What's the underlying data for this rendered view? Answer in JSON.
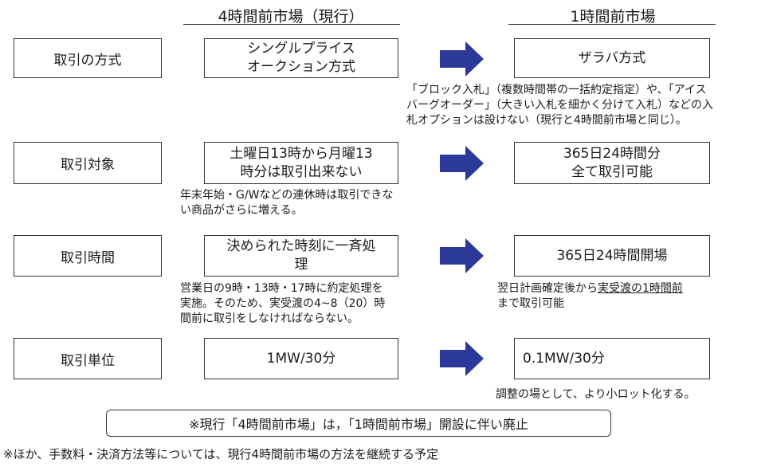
{
  "headers": {
    "current": "4時間前市場（現行）",
    "new": "1時間前市場"
  },
  "rows": [
    {
      "label": "取引の方式",
      "current_lines": [
        "シングルプライス",
        "オークション方式"
      ],
      "new_lines": [
        "ザラバ方式"
      ],
      "new_note_lines": [
        "「ブロック入札」（複数時間帯の一括約定指定）や、「アイス",
        "バーグオーダー」（大きい入札を細かく分けて入札）などの入",
        "札オプションは設けない（現行と4時間前市場と同じ）。"
      ]
    },
    {
      "label": "取引対象",
      "current_lines": [
        "土曜日13時から月曜13",
        "時分は取引出来ない"
      ],
      "current_note_lines": [
        "年末年始・G/Wなどの連休時は取引できな",
        "い商品がさらに増える。"
      ],
      "new_lines": [
        "365日24時間分",
        "全て取引可能"
      ]
    },
    {
      "label": "取引時間",
      "current_lines": [
        "決められた時刻に一斉処",
        "理"
      ],
      "current_note_lines": [
        "営業日の9時・13時・17時に約定処理を",
        "実施。そのため、実受渡の4~8（20）時",
        "間前に取引をしなければならない。"
      ],
      "new_lines": [
        "365日24時間開場"
      ],
      "new_note_pre": "翌日計画確定後から",
      "new_note_underline": "実受渡の1時間前",
      "new_note_line2": "まで取引可能"
    },
    {
      "label": "取引単位",
      "current_lines": [
        "1MW/30分"
      ],
      "new_lines": [
        "0.1MW/30分"
      ],
      "new_note_lines": [
        "調整の場として、より小ロット化する。"
      ]
    }
  ],
  "notice": "※現行「4時間前市場」は，「1時間前市場」開設に伴い廃止",
  "footnote": "※ほか、手数料・決済方法等については、現行4時間前市場の方法を継続する予定",
  "colors": {
    "arrow": "#2b3a9a",
    "border": "#333333"
  }
}
